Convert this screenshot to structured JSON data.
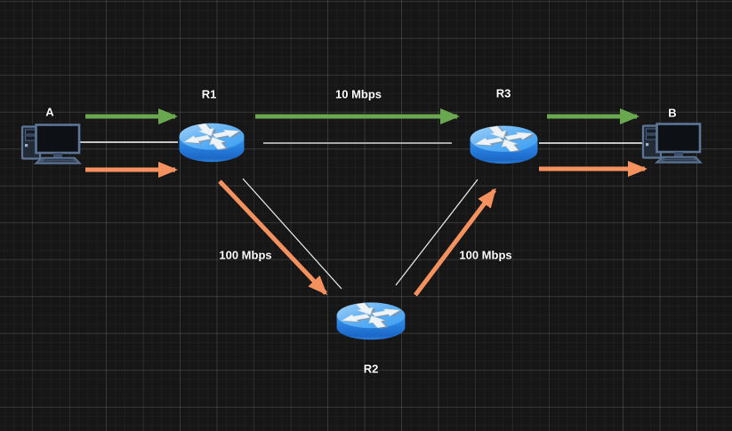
{
  "diagram": {
    "title": "network-topology-two-paths",
    "nodes": {
      "host_a": {
        "label": "A",
        "type": "workstation"
      },
      "router_r1": {
        "label": "R1",
        "type": "router"
      },
      "router_r2": {
        "label": "R2",
        "type": "router"
      },
      "router_r3": {
        "label": "R3",
        "type": "router"
      },
      "host_b": {
        "label": "B",
        "type": "workstation"
      }
    },
    "links": {
      "a_r1": {
        "label": "",
        "endpoints": [
          "A",
          "R1"
        ]
      },
      "r1_r3": {
        "label": "10 Mbps",
        "endpoints": [
          "R1",
          "R3"
        ]
      },
      "r1_r2": {
        "label": "100 Mbps",
        "endpoints": [
          "R1",
          "R2"
        ]
      },
      "r2_r3": {
        "label": "100 Mbps",
        "endpoints": [
          "R2",
          "R3"
        ]
      },
      "r3_b": {
        "label": "",
        "endpoints": [
          "R3",
          "B"
        ]
      }
    },
    "flows": {
      "green_flow": {
        "color": "#6aa84f",
        "path": [
          "A",
          "R1",
          "R3",
          "B"
        ]
      },
      "orange_flow": {
        "color": "#f4915e",
        "path": [
          "A",
          "R1",
          "R2",
          "R3",
          "B"
        ]
      }
    },
    "colors": {
      "background": "#161616",
      "grid_major": "#3c3c3c",
      "grid_minor": "#222222",
      "label_text": "#ffffff",
      "link_line": "#ffffff",
      "backbone_line": "#a8a8a8",
      "router_fill": "#2f8de4",
      "workstation_outline": "#5d7697"
    }
  }
}
